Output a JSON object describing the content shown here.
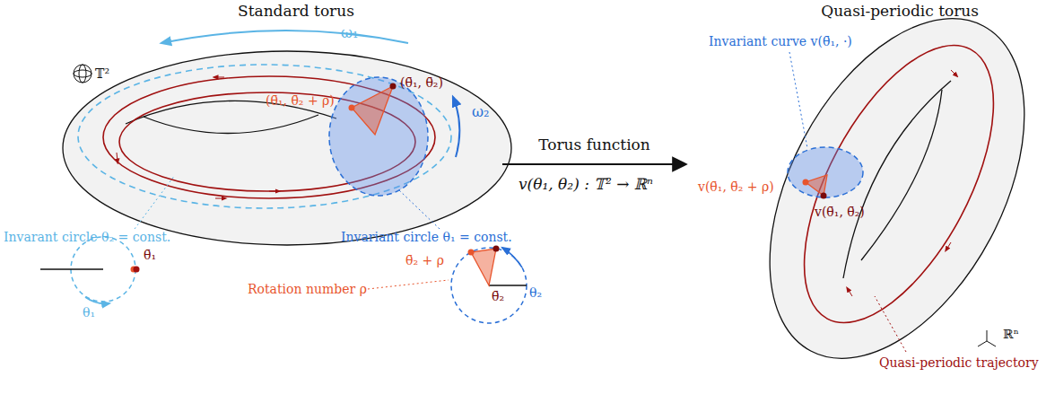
{
  "diagram": {
    "nodes": [
      {
        "text": [
          "Standard torus"
        ]
      },
      {
        "text": [
          "Quasi-periodic torus"
        ]
      }
    ],
    "edges": [
      {
        "from": 0,
        "to": 1,
        "arrow": "to",
        "label": "Torus function"
      }
    ],
    "labels": [
      "ω₁",
      "𝕋²",
      "(θ̄₁, θ̄₂)",
      "(θ̄₁, θ̄₂ + ρ)",
      "ω₂",
      "Invarant circle θ₂ = const.",
      "Invariant circle θ₁ = const.",
      "θ̄₁",
      "θ₁",
      "θ̄₂ + ρ",
      "Rotation number ρ",
      "θ̄₂",
      "θ₂",
      "v(θ₁, θ₂) : 𝕋² → ℝⁿ",
      "Invariant curve v(θ̄₁, ·)",
      "v(θ̄₁, θ̄₂ + ρ)",
      "v(θ̄₁, θ̄₂)",
      "Quasi-periodic trajectory",
      "ℝⁿ"
    ]
  }
}
